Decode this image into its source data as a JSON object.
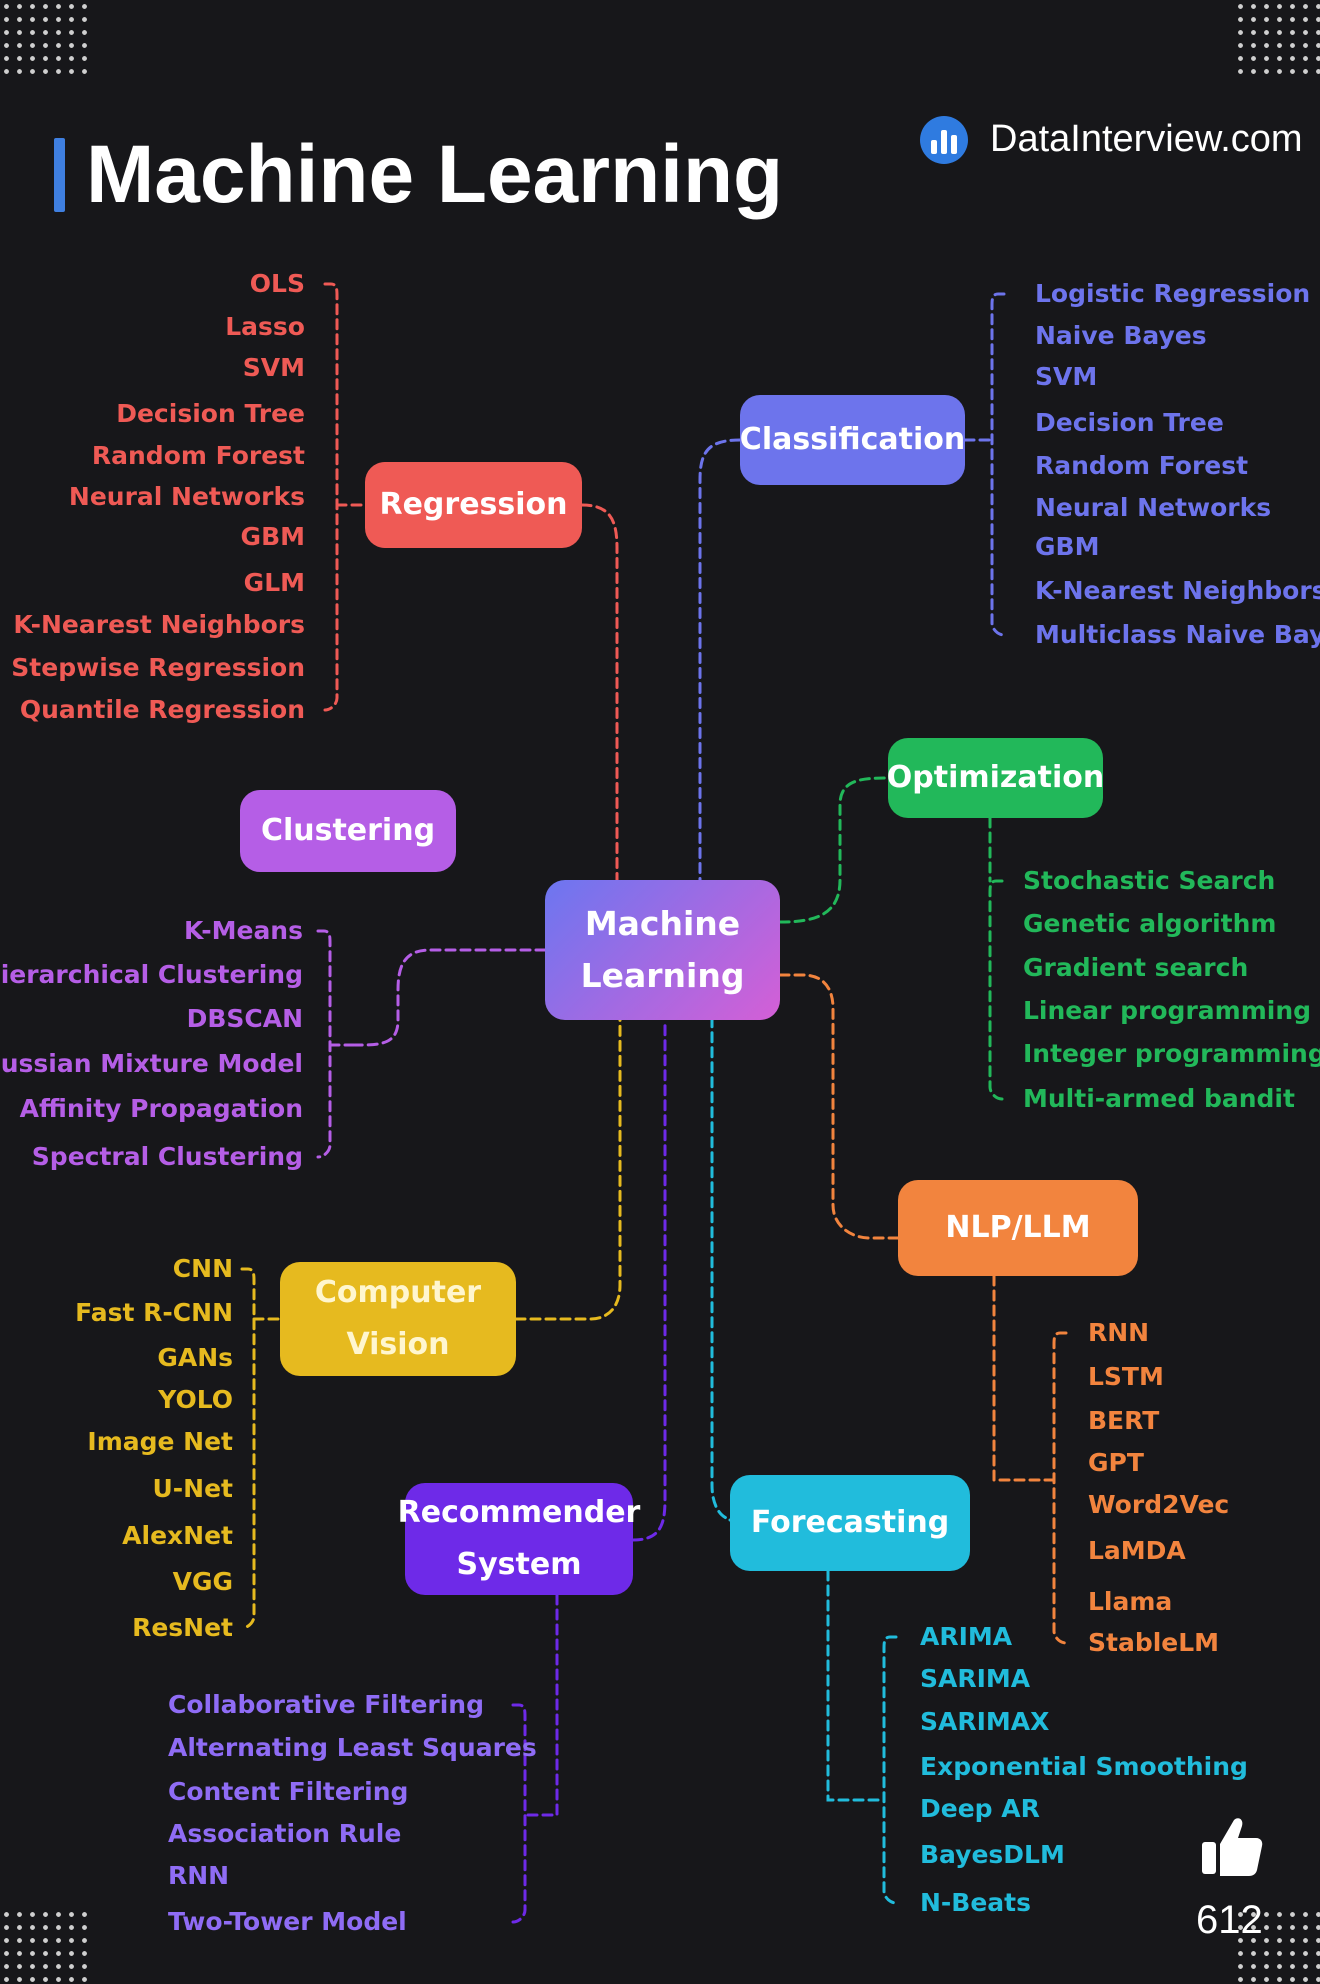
{
  "header": {
    "title": "Machine Learning",
    "brand": "DataInterview.com"
  },
  "likes": {
    "count": "612"
  },
  "colors": {
    "background": "#17171a",
    "regression": "#ef5a55",
    "classification": "#6d74ec",
    "optimization": "#22b85a",
    "clustering": "#b55ee6",
    "computer_vision": "#e6ba1f",
    "nlp_llm": "#f2843e",
    "recommender": "#6e2ae8",
    "forecasting": "#21bcdc"
  },
  "diagram": {
    "center": {
      "label": "Machine\nLearning"
    },
    "branches": [
      {
        "id": "regression",
        "label": "Regression",
        "items": [
          "OLS",
          "Lasso",
          "SVM",
          "Decision Tree",
          "Random Forest",
          "Neural Networks",
          "GBM",
          "GLM",
          "K-Nearest Neighbors",
          "Stepwise Regression",
          "Quantile Regression"
        ]
      },
      {
        "id": "classification",
        "label": "Classification",
        "items": [
          "Logistic Regression",
          "Naive Bayes",
          "SVM",
          "Decision Tree",
          "Random Forest",
          "Neural Networks",
          "GBM",
          "K-Nearest Neighbors",
          "Multiclass Naive Bayes"
        ]
      },
      {
        "id": "optimization",
        "label": "Optimization",
        "items": [
          "Stochastic Search",
          "Genetic algorithm",
          "Gradient search",
          "Linear programming",
          "Integer programming",
          "Multi-armed bandit"
        ]
      },
      {
        "id": "clustering",
        "label": "Clustering",
        "items": [
          "K-Means",
          "Hierarchical Clustering",
          "DBSCAN",
          "Gaussian Mixture Model",
          "Affinity Propagation",
          "Spectral Clustering"
        ]
      },
      {
        "id": "computer_vision",
        "label": "Computer\nVision",
        "items": [
          "CNN",
          "Fast R-CNN",
          "GANs",
          "YOLO",
          "Image Net",
          "U-Net",
          "AlexNet",
          "VGG",
          "ResNet"
        ]
      },
      {
        "id": "nlp_llm",
        "label": "NLP/LLM",
        "items": [
          "RNN",
          "LSTM",
          "BERT",
          "GPT",
          "Word2Vec",
          "LaMDA",
          "Llama",
          "StableLM"
        ]
      },
      {
        "id": "recommender",
        "label": "Recommender\nSystem",
        "items": [
          "Collaborative Filtering",
          "Alternating Least Squares",
          "Content Filtering",
          "Association Rule",
          "RNN",
          "Two-Tower Model"
        ]
      },
      {
        "id": "forecasting",
        "label": "Forecasting",
        "items": [
          "ARIMA",
          "SARIMA",
          "SARIMAX",
          "Exponential Smoothing",
          "Deep AR",
          "BayesDLM",
          "N-Beats"
        ]
      }
    ]
  }
}
